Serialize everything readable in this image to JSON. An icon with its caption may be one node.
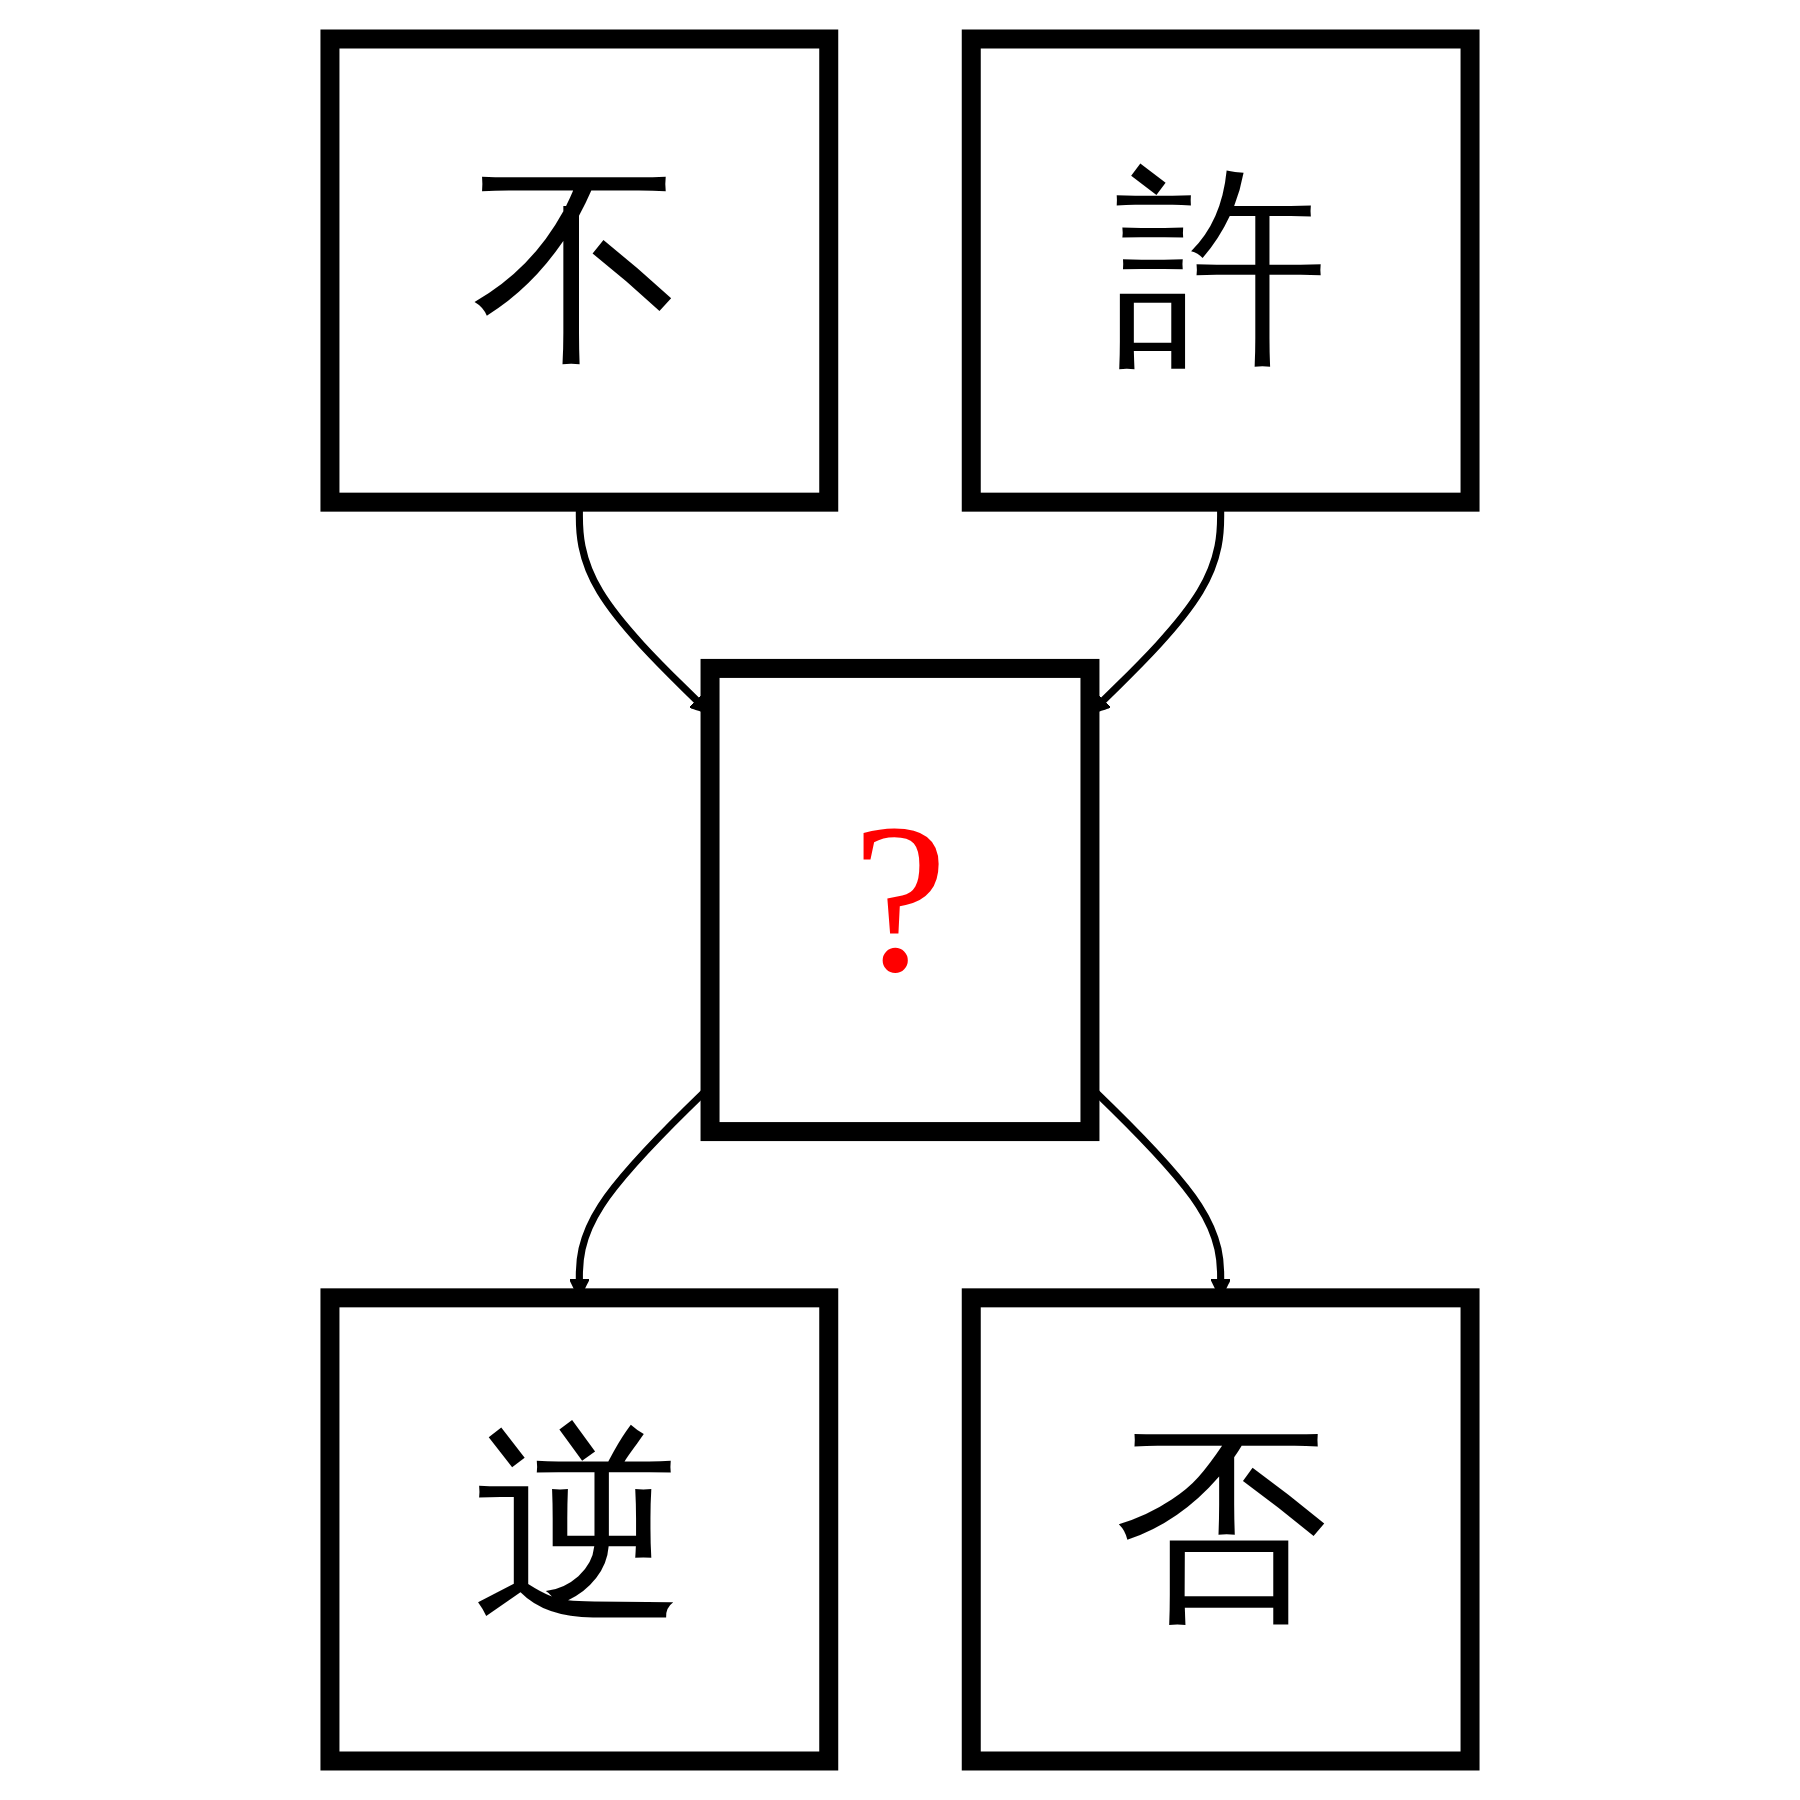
{
  "diagram": {
    "nodes": [
      {
        "text": [
          "不"
        ]
      },
      {
        "text": [
          "許"
        ]
      },
      {
        "text": [
          "?"
        ]
      },
      {
        "text": [
          "逆"
        ]
      },
      {
        "text": [
          "否"
        ]
      }
    ],
    "edges": [
      {
        "from": 0,
        "to": 2,
        "arrow": "to"
      },
      {
        "from": 1,
        "to": 2,
        "arrow": "to"
      },
      {
        "from": 2,
        "to": 3,
        "arrow": "to"
      },
      {
        "from": 2,
        "to": 4,
        "arrow": "to"
      }
    ]
  }
}
